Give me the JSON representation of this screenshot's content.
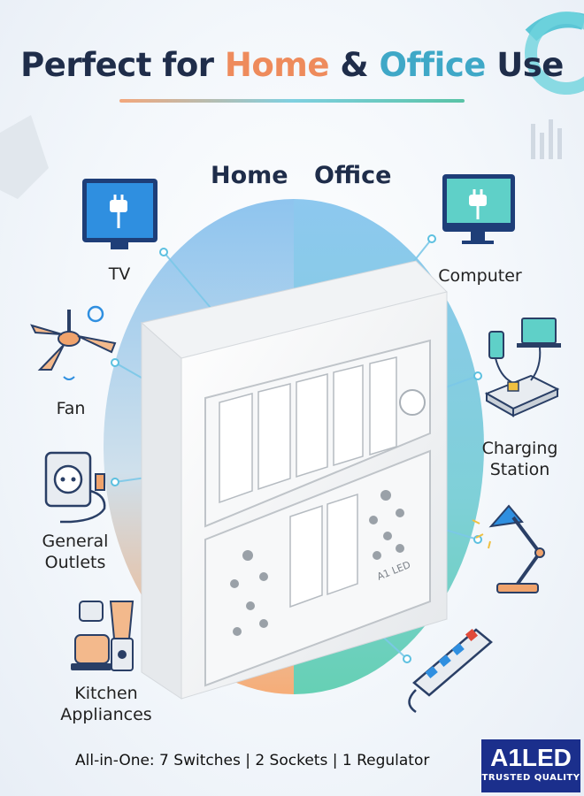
{
  "title": {
    "part1": "Perfect for ",
    "home": "Home",
    "amp": " & ",
    "office": "Office",
    "part2": " Use"
  },
  "columns": {
    "home": "Home",
    "office": "Office"
  },
  "home_items": {
    "tv": "TV",
    "fan": "Fan",
    "outlets_line1": "General",
    "outlets_line2": "Outlets",
    "kitchen_line1": "Kitchen",
    "kitchen_line2": "Appliances"
  },
  "office_items": {
    "computer": "Computer",
    "charging_line1": "Charging",
    "charging_line2": "Station"
  },
  "product": {
    "brand_mark": "A1 LED"
  },
  "tagline": "All-in-One: 7 Switches | 2 Sockets | 1 Regulator",
  "badge": {
    "name": "A1LED",
    "subtitle": "TRUSTED QUALITY"
  },
  "colors": {
    "home_accent": "#ee8b5c",
    "office_accent": "#3fa8c7",
    "title": "#1f2d4a",
    "badge_bg": "#1b2f8c"
  }
}
